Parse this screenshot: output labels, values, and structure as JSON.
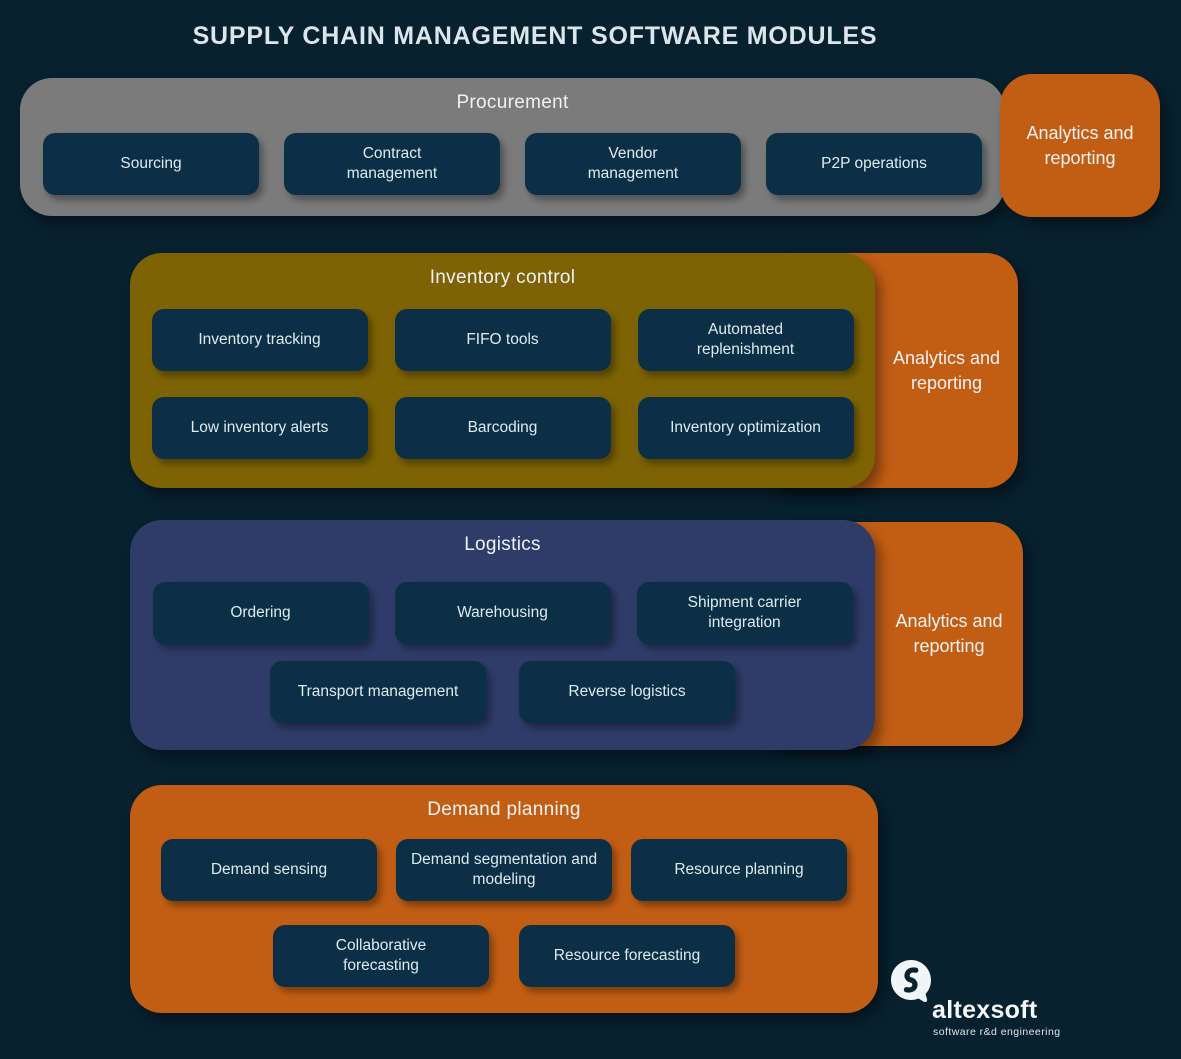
{
  "title": "SUPPLY CHAIN MANAGEMENT SOFTWARE MODULES",
  "analytics": {
    "label": "Analytics and reporting"
  },
  "sections": [
    {
      "title": "Procurement",
      "accent_color": "#7b7b7b",
      "has_analytics_card": true,
      "rows": [
        [
          "Sourcing",
          "Contract management",
          "Vendor management",
          "P2P operations"
        ]
      ]
    },
    {
      "title": "Inventory control",
      "accent_color": "#7d6303",
      "has_analytics_card": true,
      "rows": [
        [
          "Inventory tracking",
          "FIFO tools",
          "Automated replenishment"
        ],
        [
          "Low inventory alerts",
          "Barcoding",
          "Inventory optimization"
        ]
      ]
    },
    {
      "title": "Logistics",
      "accent_color": "#2e3c68",
      "has_analytics_card": true,
      "rows": [
        [
          "Ordering",
          "Warehousing",
          "Shipment carrier integration"
        ],
        [
          "Transport management",
          "Reverse logistics"
        ]
      ]
    },
    {
      "title": "Demand planning",
      "accent_color": "#c25e14",
      "has_analytics_card": false,
      "rows": [
        [
          "Demand sensing",
          "Demand segmentation and modeling",
          "Resource planning"
        ],
        [
          "Collaborative forecasting",
          "Resource forecasting"
        ]
      ]
    }
  ],
  "logo": {
    "brand": "altexsoft",
    "tagline": "software r&d engineering"
  },
  "colors": {
    "background": "#07212f",
    "module_button": "#0b3045",
    "orange": "#c25e14",
    "gray": "#7b7b7b",
    "gold": "#7d6303",
    "blue": "#2e3c68",
    "text": "#e3ecf0"
  }
}
